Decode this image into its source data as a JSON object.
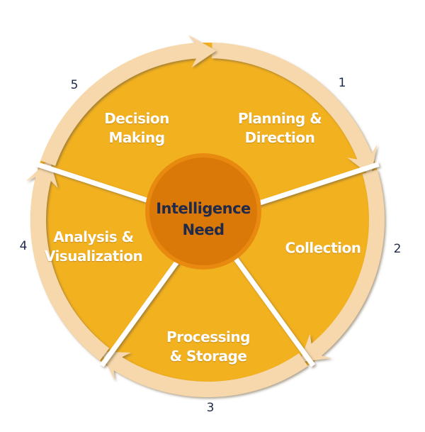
{
  "center": {
    "line1": "Intelligence",
    "line2": "Need"
  },
  "stages": [
    {
      "number": "1",
      "line1": "Planning &",
      "line2": "Direction"
    },
    {
      "number": "2",
      "line1": "Collection",
      "line2": ""
    },
    {
      "number": "3",
      "line1": "Processing",
      "line2": "& Storage"
    },
    {
      "number": "4",
      "line1": "Analysis &",
      "line2": "Visualization"
    },
    {
      "number": "5",
      "line1": "Decision",
      "line2": "Making"
    }
  ],
  "colors": {
    "wedge": "#F2B11F",
    "ring": "#F6D8AC",
    "hub": "#DA7808",
    "hub_ring": "#E98A10",
    "text_dark": "#1F2A4A"
  }
}
